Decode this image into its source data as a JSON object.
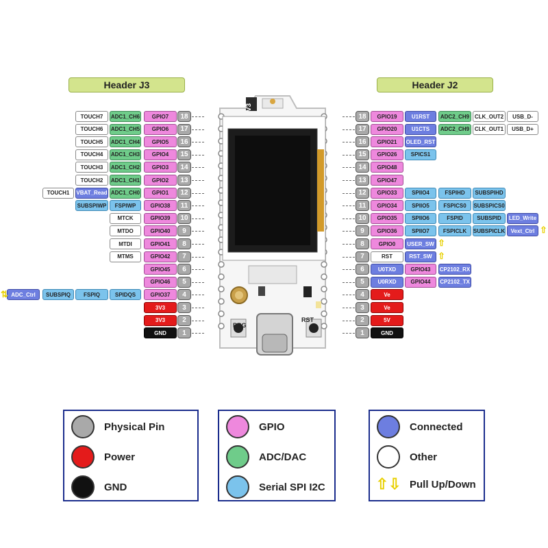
{
  "headers": {
    "j3": "Header J3",
    "j2": "Header J2"
  },
  "board_labels": {
    "version": "V3",
    "prg": "PRG",
    "rst": "RST"
  },
  "colors": {
    "physical_pin": "#a9a9a9",
    "power": "#e41b1b",
    "gnd": "#111111",
    "gpio": "#ee88dd",
    "adc_dac": "#6fcc8a",
    "serial": "#7bc3ec",
    "connected": "#6d7ee0",
    "other": "#ffffff",
    "pull": "#e8d000",
    "header_bg": "#d3e48d",
    "legend_border": "#1a2c8c"
  },
  "left_rows": [
    {
      "pin": "18",
      "gpio": "GPIO7",
      "labels": [
        {
          "t": "ADC1_CH6",
          "c": "adc"
        },
        {
          "t": "TOUCH7",
          "c": "other"
        }
      ]
    },
    {
      "pin": "17",
      "gpio": "GPIO6",
      "labels": [
        {
          "t": "ADC1_CH5",
          "c": "adc"
        },
        {
          "t": "TOUCH6",
          "c": "other"
        }
      ]
    },
    {
      "pin": "16",
      "gpio": "GPIO5",
      "labels": [
        {
          "t": "ADC1_CH4",
          "c": "adc"
        },
        {
          "t": "TOUCH5",
          "c": "other"
        }
      ]
    },
    {
      "pin": "15",
      "gpio": "GPIO4",
      "labels": [
        {
          "t": "ADC1_CH3",
          "c": "adc"
        },
        {
          "t": "TOUCH4",
          "c": "other"
        }
      ]
    },
    {
      "pin": "14",
      "gpio": "GPIO3",
      "labels": [
        {
          "t": "ADC1_CH2",
          "c": "adc"
        },
        {
          "t": "TOUCH3",
          "c": "other"
        }
      ]
    },
    {
      "pin": "13",
      "gpio": "GPIO2",
      "labels": [
        {
          "t": "ADC1_CH1",
          "c": "adc"
        },
        {
          "t": "TOUCH2",
          "c": "other"
        }
      ]
    },
    {
      "pin": "12",
      "gpio": "GPIO1",
      "labels": [
        {
          "t": "ADC1_CH0",
          "c": "adc"
        },
        {
          "t": "VBAT_Read",
          "c": "connected"
        },
        {
          "t": "TOUCH1",
          "c": "other"
        }
      ]
    },
    {
      "pin": "11",
      "gpio": "GPIO38",
      "labels": [
        {
          "t": "FSPIWP",
          "c": "serial"
        },
        {
          "t": "SUBSPIWP",
          "c": "serial"
        }
      ]
    },
    {
      "pin": "10",
      "gpio": "GPIO39",
      "labels": [
        {
          "t": "MTCK",
          "c": "other"
        }
      ]
    },
    {
      "pin": "9",
      "gpio": "GPIO40",
      "labels": [
        {
          "t": "MTDO",
          "c": "other"
        }
      ]
    },
    {
      "pin": "8",
      "gpio": "GPIO41",
      "labels": [
        {
          "t": "MTDI",
          "c": "other"
        }
      ]
    },
    {
      "pin": "7",
      "gpio": "GPIO42",
      "labels": [
        {
          "t": "MTMS",
          "c": "other"
        }
      ]
    },
    {
      "pin": "6",
      "gpio": "GPIO45",
      "labels": []
    },
    {
      "pin": "5",
      "gpio": "GPIO46",
      "labels": []
    },
    {
      "pin": "4",
      "gpio": "GPIO37",
      "labels": [
        {
          "t": "SPIDQS",
          "c": "serial"
        },
        {
          "t": "FSPIQ",
          "c": "serial"
        },
        {
          "t": "SUBSPIQ",
          "c": "serial"
        },
        {
          "t": "ADC_Ctrl",
          "c": "connected"
        }
      ]
    },
    {
      "pin": "3",
      "gpio": "3V3",
      "kind": "power",
      "labels": []
    },
    {
      "pin": "2",
      "gpio": "3V3",
      "kind": "power",
      "labels": []
    },
    {
      "pin": "1",
      "gpio": "GND",
      "kind": "gnd",
      "labels": []
    }
  ],
  "right_rows": [
    {
      "pin": "18",
      "gpio": "GPIO19",
      "labels": [
        {
          "t": "U1RST",
          "c": "connected"
        },
        {
          "t": "ADC2_CH9",
          "c": "adc"
        },
        {
          "t": "CLK_OUT2",
          "c": "other"
        },
        {
          "t": "USB_D-",
          "c": "other"
        }
      ]
    },
    {
      "pin": "17",
      "gpio": "GPIO20",
      "labels": [
        {
          "t": "U1CTS",
          "c": "connected"
        },
        {
          "t": "ADC2_CH9",
          "c": "adc"
        },
        {
          "t": "CLK_OUT1",
          "c": "other"
        },
        {
          "t": "USB_D+",
          "c": "other"
        }
      ]
    },
    {
      "pin": "16",
      "gpio": "GPIO21",
      "labels": [
        {
          "t": "OLED_RST",
          "c": "connected"
        }
      ]
    },
    {
      "pin": "15",
      "gpio": "GPIO26",
      "labels": [
        {
          "t": "SPICS1",
          "c": "serial"
        }
      ]
    },
    {
      "pin": "14",
      "gpio": "GPIO48",
      "labels": []
    },
    {
      "pin": "13",
      "gpio": "GPIO47",
      "labels": []
    },
    {
      "pin": "12",
      "gpio": "GPIO33",
      "labels": [
        {
          "t": "SPIIO4",
          "c": "serial"
        },
        {
          "t": "FSPIHD",
          "c": "serial"
        },
        {
          "t": "SUBSPIHD",
          "c": "serial"
        }
      ]
    },
    {
      "pin": "11",
      "gpio": "GPIO34",
      "labels": [
        {
          "t": "SPIIO5",
          "c": "serial"
        },
        {
          "t": "FSPICS0",
          "c": "serial"
        },
        {
          "t": "SUBSPICS0",
          "c": "serial"
        }
      ]
    },
    {
      "pin": "10",
      "gpio": "GPIO35",
      "labels": [
        {
          "t": "SPIIO6",
          "c": "serial"
        },
        {
          "t": "FSPID",
          "c": "serial"
        },
        {
          "t": "SUBSPID",
          "c": "serial"
        },
        {
          "t": "LED_Write",
          "c": "connected"
        }
      ]
    },
    {
      "pin": "9",
      "gpio": "GPIO36",
      "labels": [
        {
          "t": "SPIIO7",
          "c": "serial"
        },
        {
          "t": "FSPICLK",
          "c": "serial"
        },
        {
          "t": "SUBSPICLK",
          "c": "serial"
        },
        {
          "t": "Vext_Ctrl",
          "c": "connected"
        }
      ]
    },
    {
      "pin": "8",
      "gpio": "GPIO0",
      "labels": [
        {
          "t": "USER_SW",
          "c": "connected"
        }
      ]
    },
    {
      "pin": "7",
      "gpio": "RST",
      "kind": "other",
      "labels": [
        {
          "t": "RST_SW",
          "c": "connected"
        }
      ]
    },
    {
      "pin": "6",
      "gpio": "U0TXD",
      "kind": "connected",
      "labels": [
        {
          "t": "GPIO43",
          "c": "gpio"
        },
        {
          "t": "CP2102_RX",
          "c": "connected"
        }
      ]
    },
    {
      "pin": "5",
      "gpio": "U0RXD",
      "kind": "connected",
      "labels": [
        {
          "t": "GPIO44",
          "c": "gpio"
        },
        {
          "t": "CP2102_TX",
          "c": "connected"
        }
      ]
    },
    {
      "pin": "4",
      "gpio": "Ve",
      "kind": "power",
      "labels": []
    },
    {
      "pin": "3",
      "gpio": "Ve",
      "kind": "power",
      "labels": []
    },
    {
      "pin": "2",
      "gpio": "5V",
      "kind": "power",
      "labels": []
    },
    {
      "pin": "1",
      "gpio": "GND",
      "kind": "gnd",
      "labels": []
    }
  ],
  "legend": [
    [
      {
        "label": "Physical Pin",
        "color": "#a9a9a9"
      },
      {
        "label": "Power",
        "color": "#e41b1b"
      },
      {
        "label": "GND",
        "color": "#111111"
      }
    ],
    [
      {
        "label": "GPIO",
        "color": "#ee88dd"
      },
      {
        "label": "ADC/DAC",
        "color": "#6fcc8a"
      },
      {
        "label": "Serial SPI I2C",
        "color": "#7bc3ec"
      }
    ],
    [
      {
        "label": "Connected",
        "color": "#6d7ee0"
      },
      {
        "label": "Other",
        "color": "#ffffff"
      },
      {
        "label": "Pull Up/Down",
        "icon": "pull-arrows"
      }
    ]
  ]
}
